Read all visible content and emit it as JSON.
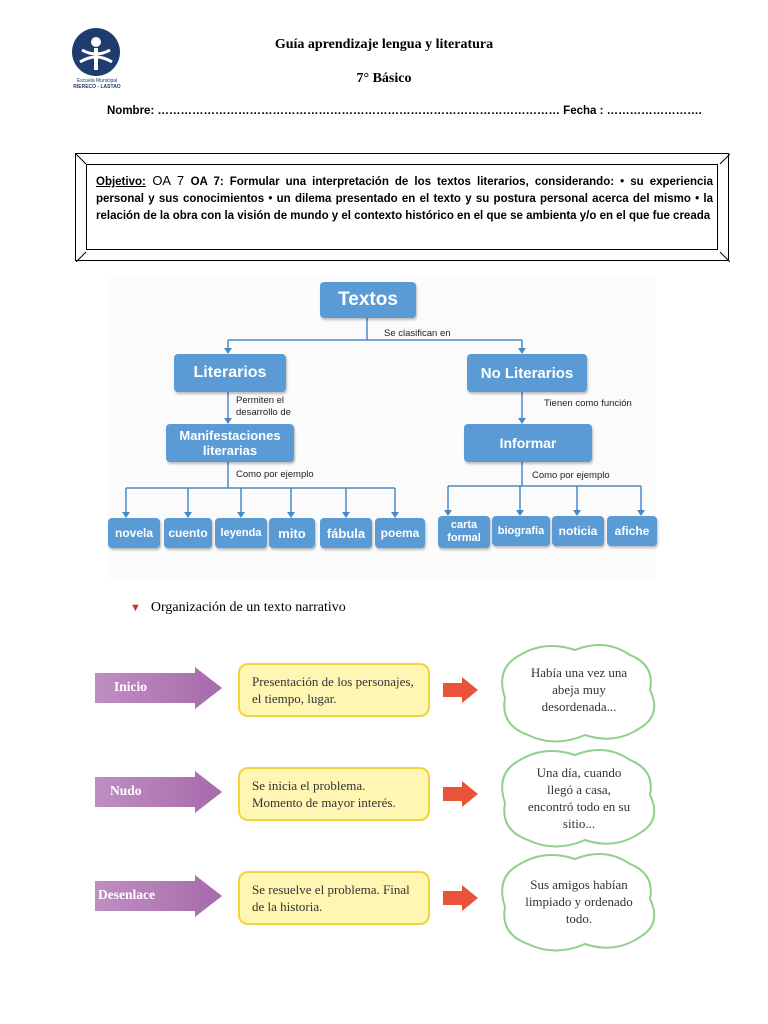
{
  "header": {
    "school_line1": "Escuela Municipal",
    "school_line2": "RIERECO - LASTAO",
    "title": "Guía aprendizaje lengua y literatura",
    "grade": "7° Básico",
    "fields": "Nombre: …………………………………………………………………………………………… Fecha : ……………………."
  },
  "objective": {
    "label": "Objetivo:",
    "code": " OA 7 ",
    "text": "OA 7: Formular una interpretación de los textos literarios, considerando: • su experiencia personal y sus conocimientos • un dilema presentado en el texto y su postura personal acerca del mismo • la relación de la obra con la visión de mundo y el contexto histórico en el que se ambienta y/o en el que fue creada"
  },
  "concept_map": {
    "root": "Textos",
    "root_link": "Se clasifican en",
    "literary": {
      "label": "Literarios",
      "link": "Permiten el desarrollo de",
      "child": "Manifestaciones literarias",
      "examples_label": "Como por ejemplo",
      "examples": [
        "novela",
        "cuento",
        "leyenda",
        "mito",
        "fábula",
        "poema"
      ]
    },
    "non_literary": {
      "label": "No Literarios",
      "link": "Tienen como función",
      "child": "Informar",
      "examples_label": "Como por ejemplo",
      "examples": [
        "carta formal",
        "biografía",
        "noticia",
        "afiche"
      ]
    }
  },
  "narrative": {
    "heading": "Organización de un texto narrativo",
    "rows": [
      {
        "stage": "Inicio",
        "description": "Presentación de los personajes, el tiempo, lugar.",
        "example": "Había una vez una abeja muy desordenada..."
      },
      {
        "stage": "Nudo",
        "description": "Se inicia el problema. Momento de mayor interés.",
        "example": "Una día, cuando llegó a casa, encontró todo en su sitio..."
      },
      {
        "stage": "Desenlace",
        "description": "Se resuelve el problema. Final de la historia.",
        "example": "Sus amigos habían limpiado y ordenado todo."
      }
    ]
  },
  "colors": {
    "node_blue": "#5b9bd5",
    "arrow_purple": "#b07ab4",
    "box_yellow": "#fff6b3",
    "box_border": "#f3d33a",
    "arrow_orange": "#e8533a",
    "cloud_border": "#8fd18a"
  }
}
